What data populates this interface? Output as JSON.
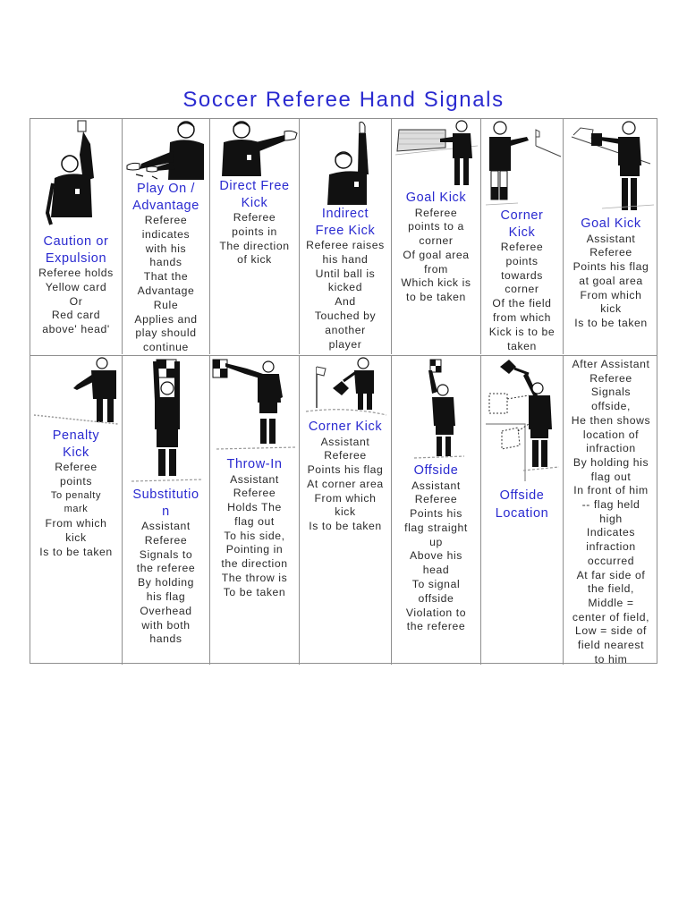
{
  "title": "Soccer Referee Hand Signals",
  "colors": {
    "heading": "#2a2ad0",
    "text": "#2a2a2a",
    "border": "#8f8f8f"
  },
  "row1": [
    {
      "heading": [
        "Caution or",
        "Expulsion"
      ],
      "lines": [
        "Referee holds",
        "Yellow card",
        "Or",
        "Red card",
        "above' head'"
      ],
      "icon": "referee-card-raised-icon"
    },
    {
      "heading": [
        "Play On /",
        "Advantage"
      ],
      "lines": [
        "Referee",
        "indicates",
        "with his",
        "hands",
        "That the",
        "Advantage",
        "Rule",
        "Applies and",
        "play should",
        "continue"
      ],
      "icon": "referee-both-arms-forward-icon"
    },
    {
      "heading": [
        "Direct Free",
        "Kick"
      ],
      "lines": [
        "Referee",
        "points in",
        "The direction",
        "of kick"
      ],
      "icon": "referee-arm-pointing-icon"
    },
    {
      "heading": [
        "Indirect",
        "Free Kick"
      ],
      "lines": [
        "Referee raises",
        "his hand",
        "Until ball is",
        "kicked",
        "And",
        "Touched by",
        "another",
        "player"
      ],
      "icon": "referee-hand-raised-icon"
    },
    {
      "heading": [
        "Goal Kick"
      ],
      "lines": [
        "Referee",
        "points to a",
        "corner",
        "Of goal area",
        "from",
        "Which kick is",
        "to be taken"
      ],
      "icon": "referee-pointing-goal-icon"
    },
    {
      "heading": [
        "Corner",
        "Kick"
      ],
      "lines": [
        "Referee",
        "points",
        "towards",
        "corner",
        "Of the field",
        "from which",
        "Kick is to be",
        "taken"
      ],
      "icon": "referee-pointing-corner-icon"
    },
    {
      "heading": [
        "Goal Kick"
      ],
      "lines": [
        "Assistant",
        "Referee",
        "Points his flag",
        "at goal area",
        "From which",
        "kick",
        "Is to be taken"
      ],
      "icon": "assistant-flag-goal-area-icon"
    }
  ],
  "row2": [
    {
      "heading": [
        "Penalty",
        "Kick"
      ],
      "lines": [
        "Referee",
        "points",
        "To penalty",
        "mark",
        "From which",
        "kick",
        "Is to be taken"
      ],
      "icon": "referee-pointing-down-icon"
    },
    {
      "heading": [
        "Substitutio",
        "n"
      ],
      "lines": [
        "Assistant",
        "Referee",
        "Signals to",
        "the referee",
        "By holding",
        "his flag",
        "Overhead",
        "with both",
        "hands"
      ],
      "icon": "assistant-flag-overhead-icon"
    },
    {
      "heading": [
        "Throw-In"
      ],
      "lines": [
        "Assistant",
        "Referee",
        "Holds The",
        "flag out",
        "To his side,",
        "Pointing in",
        "the direction",
        "The throw is",
        "To be taken"
      ],
      "icon": "assistant-flag-side-icon"
    },
    {
      "heading": [
        "Corner Kick"
      ],
      "lines": [
        "Assistant",
        "Referee",
        "Points his flag",
        "At corner area",
        "From which",
        "kick",
        "Is to be taken"
      ],
      "icon": "assistant-flag-corner-icon"
    },
    {
      "heading": [
        "Offside"
      ],
      "lines": [
        "Assistant",
        "Referee",
        "Points his",
        "flag straight",
        "up",
        "Above his",
        "head",
        "To signal",
        "offside",
        "Violation to",
        "the referee"
      ],
      "icon": "assistant-flag-up-icon"
    },
    {
      "heading": [
        "Offside",
        "Location"
      ],
      "lines": [],
      "icon": "assistant-flag-positions-icon"
    },
    {
      "heading": [],
      "lines": [
        "After Assistant",
        "Referee",
        "Signals",
        "offside,",
        "He then shows",
        "location of",
        "infraction",
        "By holding his",
        "flag out",
        "In front of him",
        "-- flag held",
        "high",
        "Indicates",
        "infraction",
        "occurred",
        "At far side of",
        "the field,",
        "Middle =",
        "center of field,",
        "Low = side of",
        "field nearest",
        "to him"
      ],
      "icon": ""
    }
  ]
}
